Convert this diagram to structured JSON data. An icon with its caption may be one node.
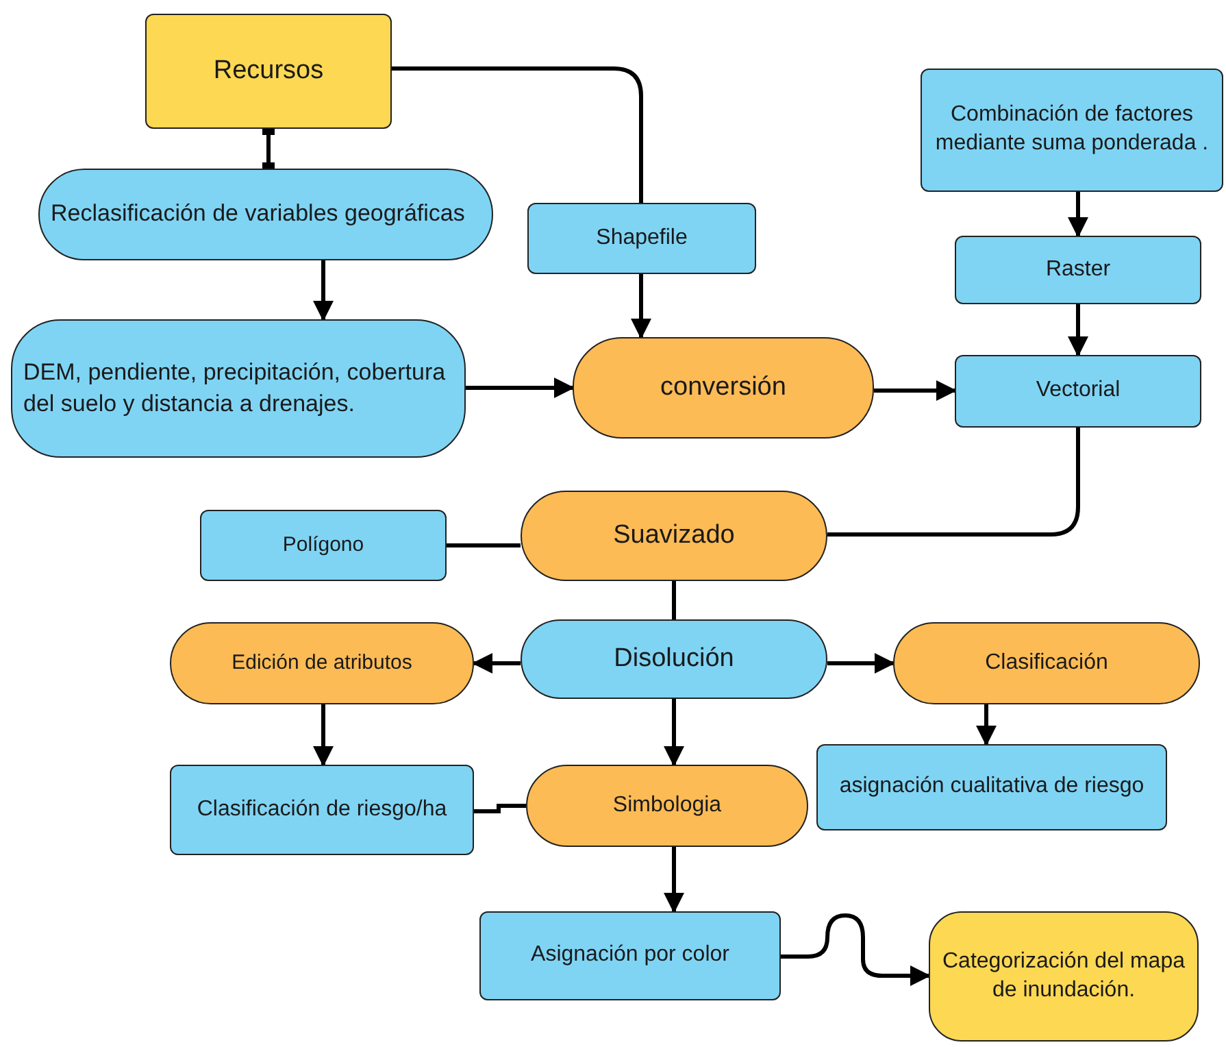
{
  "diagram": {
    "nodes": [
      {
        "text": [
          "Recursos"
        ]
      },
      {
        "text": [
          "Reclasificación de variables geográficas"
        ]
      },
      {
        "text": [
          "Shapefile"
        ]
      },
      {
        "text": [
          "DEM, pendiente, precipitación, cobertura del suelo y distancia a drenajes."
        ]
      },
      {
        "text": [
          "conversión"
        ]
      },
      {
        "text": [
          "Combinación de factores mediante suma ponderada ."
        ]
      },
      {
        "text": [
          "Raster"
        ]
      },
      {
        "text": [
          "Vectorial"
        ]
      },
      {
        "text": [
          "Polígono"
        ]
      },
      {
        "text": [
          "Suavizado"
        ]
      },
      {
        "text": [
          "Edición de atributos"
        ]
      },
      {
        "text": [
          "Disolución"
        ]
      },
      {
        "text": [
          "Clasificación"
        ]
      },
      {
        "text": [
          "Clasificación de riesgo/ha"
        ]
      },
      {
        "text": [
          "Simbologia"
        ]
      },
      {
        "text": [
          "asignación cualitativa de riesgo"
        ]
      },
      {
        "text": [
          "Asignación por color"
        ]
      },
      {
        "text": [
          "Categorización del mapa de inundación."
        ]
      }
    ],
    "edges": [
      {
        "from": 0,
        "to": 1,
        "arrow": "other"
      },
      {
        "from": 0,
        "to": 2,
        "arrow": "none"
      },
      {
        "from": 2,
        "to": 4,
        "arrow": "to"
      },
      {
        "from": 1,
        "to": 3,
        "arrow": "to"
      },
      {
        "from": 3,
        "to": 4,
        "arrow": "to"
      },
      {
        "from": 5,
        "to": 6,
        "arrow": "to"
      },
      {
        "from": 6,
        "to": 7,
        "arrow": "to"
      },
      {
        "from": 4,
        "to": 7,
        "arrow": "to"
      },
      {
        "from": 7,
        "to": 9,
        "arrow": "none"
      },
      {
        "from": 8,
        "to": 9,
        "arrow": "none"
      },
      {
        "from": 9,
        "to": 11,
        "arrow": "none"
      },
      {
        "from": 11,
        "to": 10,
        "arrow": "to"
      },
      {
        "from": 11,
        "to": 12,
        "arrow": "to"
      },
      {
        "from": 11,
        "to": 14,
        "arrow": "to"
      },
      {
        "from": 10,
        "to": 13,
        "arrow": "to"
      },
      {
        "from": 12,
        "to": 15,
        "arrow": "to"
      },
      {
        "from": 13,
        "to": 14,
        "arrow": "none"
      },
      {
        "from": 14,
        "to": 16,
        "arrow": "to"
      },
      {
        "from": 16,
        "to": 17,
        "arrow": "to"
      }
    ]
  }
}
